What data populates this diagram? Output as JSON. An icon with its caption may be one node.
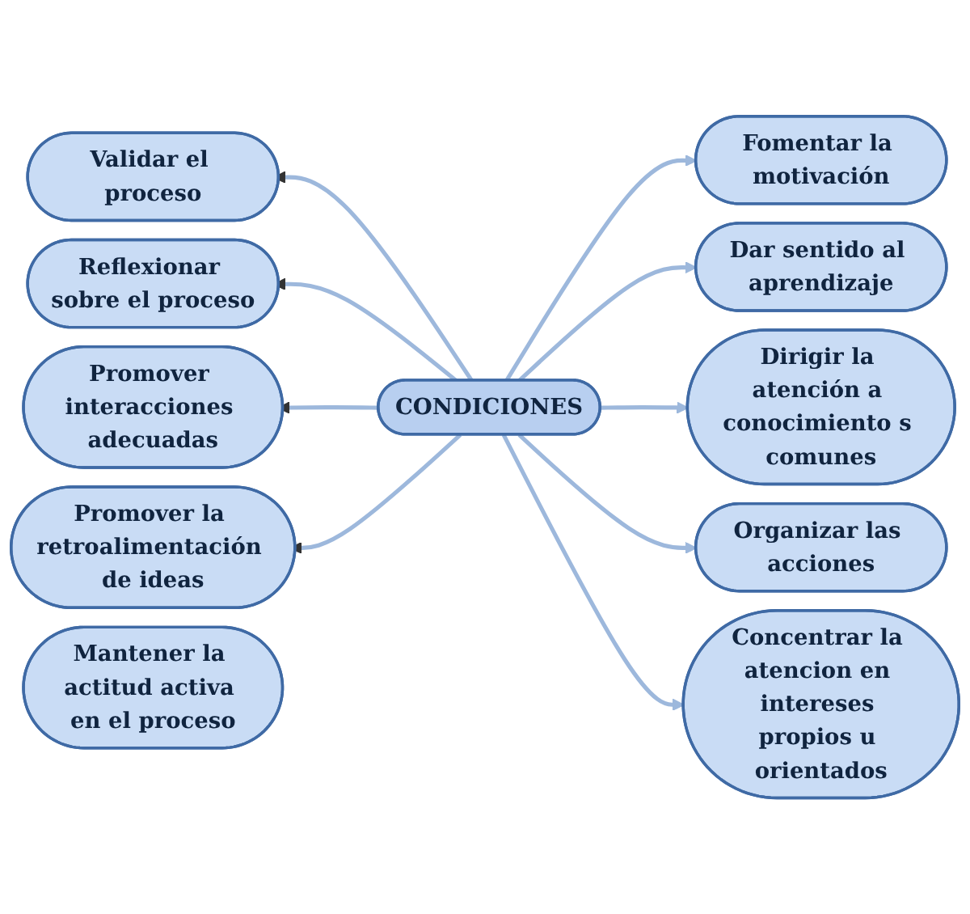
{
  "diagram": {
    "nodes": [
      {
        "text": [
          "CONDICIONES"
        ]
      },
      {
        "text": [
          "Fomentar la motivación"
        ]
      },
      {
        "text": [
          "Dar sentido al aprendizaje"
        ]
      },
      {
        "text": [
          "Validar el proceso"
        ]
      },
      {
        "text": [
          "Dirigir la atención a conocimiento s comunes"
        ]
      },
      {
        "text": [
          "Reflexionar sobre el proceso"
        ]
      },
      {
        "text": [
          "Promover interacciones adecuadas"
        ]
      },
      {
        "text": [
          "Mantener la actitud activa en el proceso"
        ]
      },
      {
        "text": [
          "Promover la retroalimentación de ideas"
        ]
      },
      {
        "text": [
          "Organizar las acciones"
        ]
      },
      {
        "text": [
          "Concentrar la atencion en intereses propios u orientados"
        ]
      }
    ],
    "edges": [
      {
        "from": 0,
        "to": 1,
        "arrow": "to"
      },
      {
        "from": 0,
        "to": 2,
        "arrow": "to"
      },
      {
        "from": 0,
        "to": 3,
        "arrow": "to"
      },
      {
        "from": 0,
        "to": 4,
        "arrow": "to"
      },
      {
        "from": 0,
        "to": 5,
        "arrow": "to"
      },
      {
        "from": 0,
        "to": 6,
        "arrow": "to"
      },
      {
        "from": 0,
        "to": 8,
        "arrow": "to"
      },
      {
        "from": 0,
        "to": 9,
        "arrow": "to"
      },
      {
        "from": 0,
        "to": 10,
        "arrow": "to"
      }
    ]
  }
}
